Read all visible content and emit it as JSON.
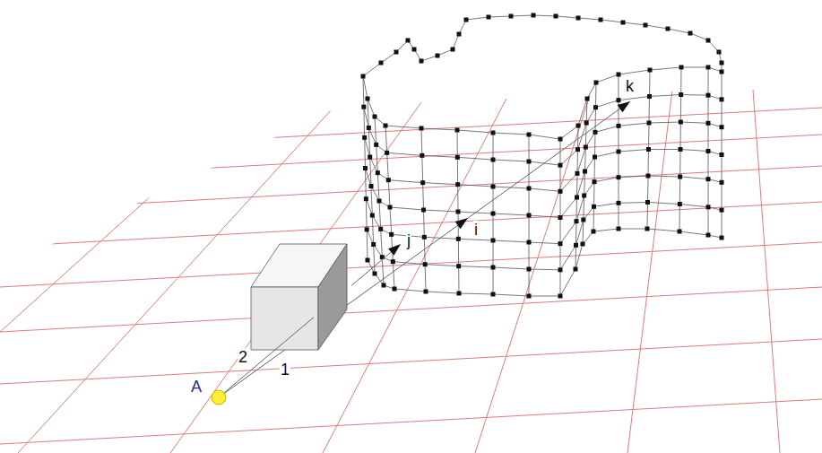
{
  "diagram": {
    "labels": [
      "A",
      "2",
      "1",
      "j",
      "i",
      "k"
    ]
  }
}
